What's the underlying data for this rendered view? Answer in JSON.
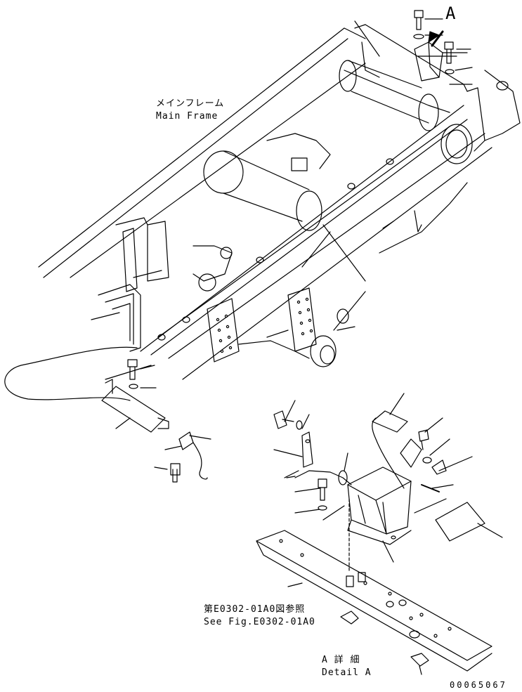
{
  "labels": {
    "main_frame_jp": "メインフレーム",
    "main_frame_en": "Main Frame",
    "view_letter": "A",
    "see_fig_jp": "第E0302-01A0図参照",
    "see_fig_en": "See Fig.E0302-01A0",
    "detail_jp": "A 詳 細",
    "detail_en": "Detail A",
    "drawing_number": "00065067"
  },
  "colors": {
    "line": "#000000",
    "paper": "#ffffff"
  }
}
